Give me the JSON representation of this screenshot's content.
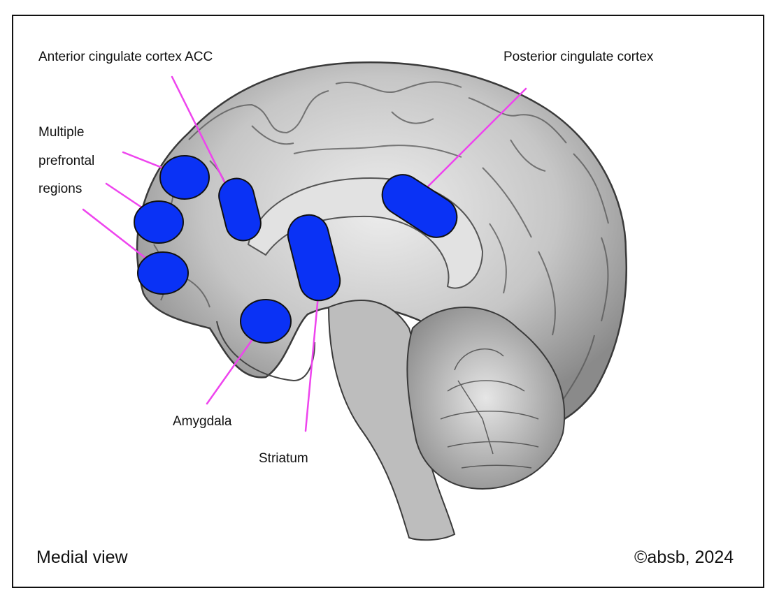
{
  "labels": {
    "acc": "Anterior cingulate cortex ACC",
    "pcc": "Posterior cingulate cortex",
    "prefrontal_line1": "Multiple",
    "prefrontal_line2": "prefrontal",
    "prefrontal_line3": "regions",
    "amygdala": "Amygdala",
    "striatum": "Striatum"
  },
  "footer": {
    "view": "Medial view",
    "copyright": "©absb, 2024"
  },
  "colors": {
    "region_fill": "#0a32f5",
    "leader_line": "#ee44ee",
    "brain_fill": "#c9c9c9",
    "brain_stroke": "#3a3a3a"
  }
}
